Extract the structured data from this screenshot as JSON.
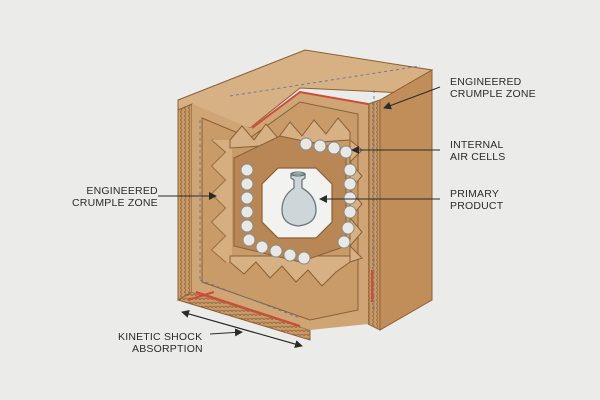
{
  "labels": {
    "crumple_top": [
      "ENGINEERED",
      "CRUMPLE ZONE"
    ],
    "air_cells": [
      "INTERNAL",
      "AIR CELLS"
    ],
    "product": [
      "PRIMARY",
      "PRODUCT"
    ],
    "crumple_left": [
      "ENGINEERED",
      "CRUMPLE ZONE"
    ],
    "shock": [
      "KINETIC SHOCK",
      "ABSORPTION"
    ]
  },
  "colors": {
    "background": "#ebebe9",
    "cardboard_light": "#d7b083",
    "cardboard_mid": "#c99b68",
    "cardboard_dark": "#b0804f",
    "flute_edge": "#8a5f36",
    "accent_red": "#d24a35",
    "dashed_blue": "#5a79a6",
    "air_cell": "#e8e8e6",
    "product_window": "#f2f2f0",
    "vase_glass": "#c9d3d6",
    "line": "#2b2b2b"
  },
  "icons": [
    "vase-icon",
    "air-cell-icon",
    "arrow-icon"
  ]
}
